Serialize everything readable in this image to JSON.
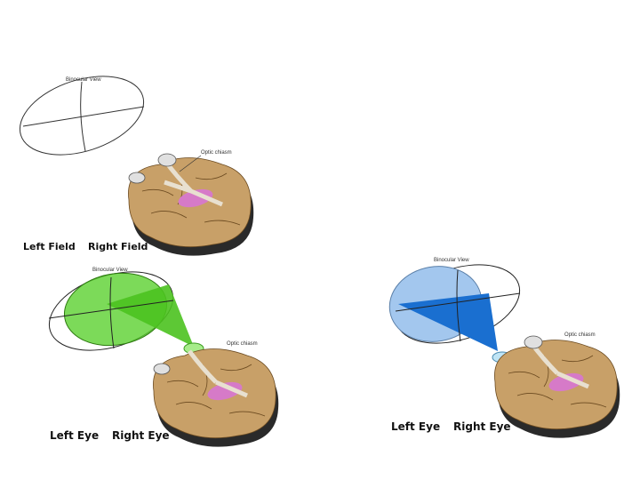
{
  "panels": [
    {
      "id": "field",
      "binocular_label": "Binocular View",
      "chiasm_label": "Optic chiasm",
      "caption_left": "Left Field",
      "caption_right": "Right Field"
    },
    {
      "id": "left_eye",
      "binocular_label": "Binocular View",
      "chiasm_label": "Optic chiasm",
      "caption_left": "Left Eye",
      "caption_right": "Right Eye",
      "highlight_color": "#5bd12f"
    },
    {
      "id": "right_eye",
      "binocular_label": "Binocular View",
      "chiasm_label": "Optic chiasm",
      "caption_left": "Left Eye",
      "caption_right": "Right Eye",
      "highlight_color": "#1a6fd0"
    }
  ],
  "colors": {
    "brain": "#c8a068",
    "brain_shadow": "#2a2a2a",
    "chiasm_highlight": "#d67ac8"
  }
}
